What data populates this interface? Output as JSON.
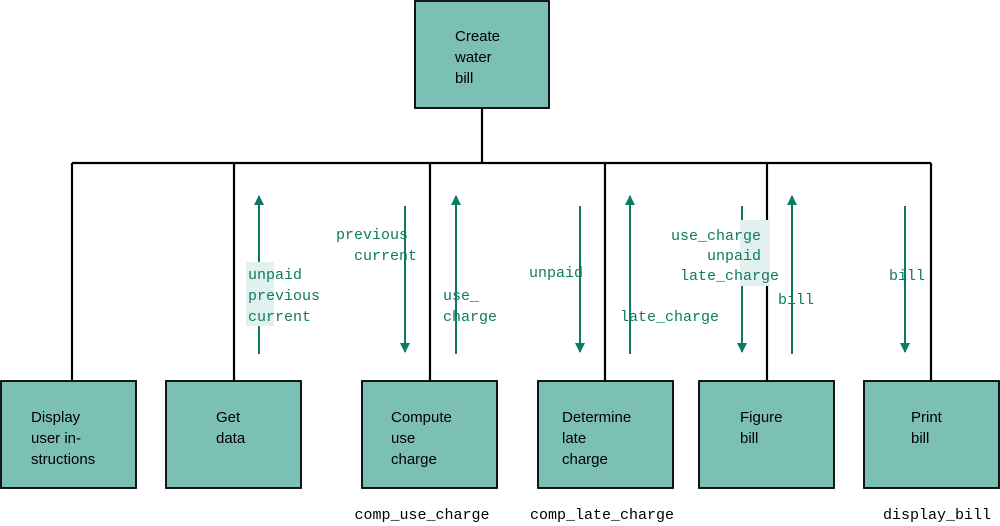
{
  "root": {
    "lines": [
      "Create",
      "water",
      "bill"
    ]
  },
  "modules": [
    {
      "id": "display-instructions",
      "lines": [
        "Display",
        "user in-",
        "structions"
      ],
      "function": ""
    },
    {
      "id": "get-data",
      "lines": [
        "Get",
        "data"
      ],
      "function": ""
    },
    {
      "id": "compute-use-charge",
      "lines": [
        "Compute",
        "use",
        "charge"
      ],
      "function": "comp_use_charge"
    },
    {
      "id": "determine-late-charge",
      "lines": [
        "Determine",
        "late",
        "charge"
      ],
      "function": "comp_late_charge"
    },
    {
      "id": "figure-bill",
      "lines": [
        "Figure",
        "bill"
      ],
      "function": ""
    },
    {
      "id": "print-bill",
      "lines": [
        "Print",
        "bill"
      ],
      "function": "display_bill"
    }
  ],
  "flows": [
    {
      "id": "get-data-out",
      "direction": "up",
      "lines": [
        "unpaid",
        "previous",
        "current"
      ]
    },
    {
      "id": "compute-in",
      "direction": "down",
      "lines": [
        "previous",
        "current"
      ]
    },
    {
      "id": "compute-out",
      "direction": "up",
      "lines": [
        "use_",
        "charge"
      ]
    },
    {
      "id": "late-in",
      "direction": "down",
      "lines": [
        "unpaid"
      ]
    },
    {
      "id": "late-out",
      "direction": "up",
      "lines": [
        "late_charge"
      ]
    },
    {
      "id": "figure-in",
      "direction": "down",
      "lines": [
        "use_charge",
        "unpaid",
        "late_charge"
      ]
    },
    {
      "id": "figure-out",
      "direction": "up",
      "lines": [
        "bill"
      ]
    },
    {
      "id": "print-in",
      "direction": "down",
      "lines": [
        "bill"
      ]
    }
  ],
  "colors": {
    "box_fill": "#7bbfb5",
    "flow": "#0e7a64",
    "line": "#000000"
  }
}
